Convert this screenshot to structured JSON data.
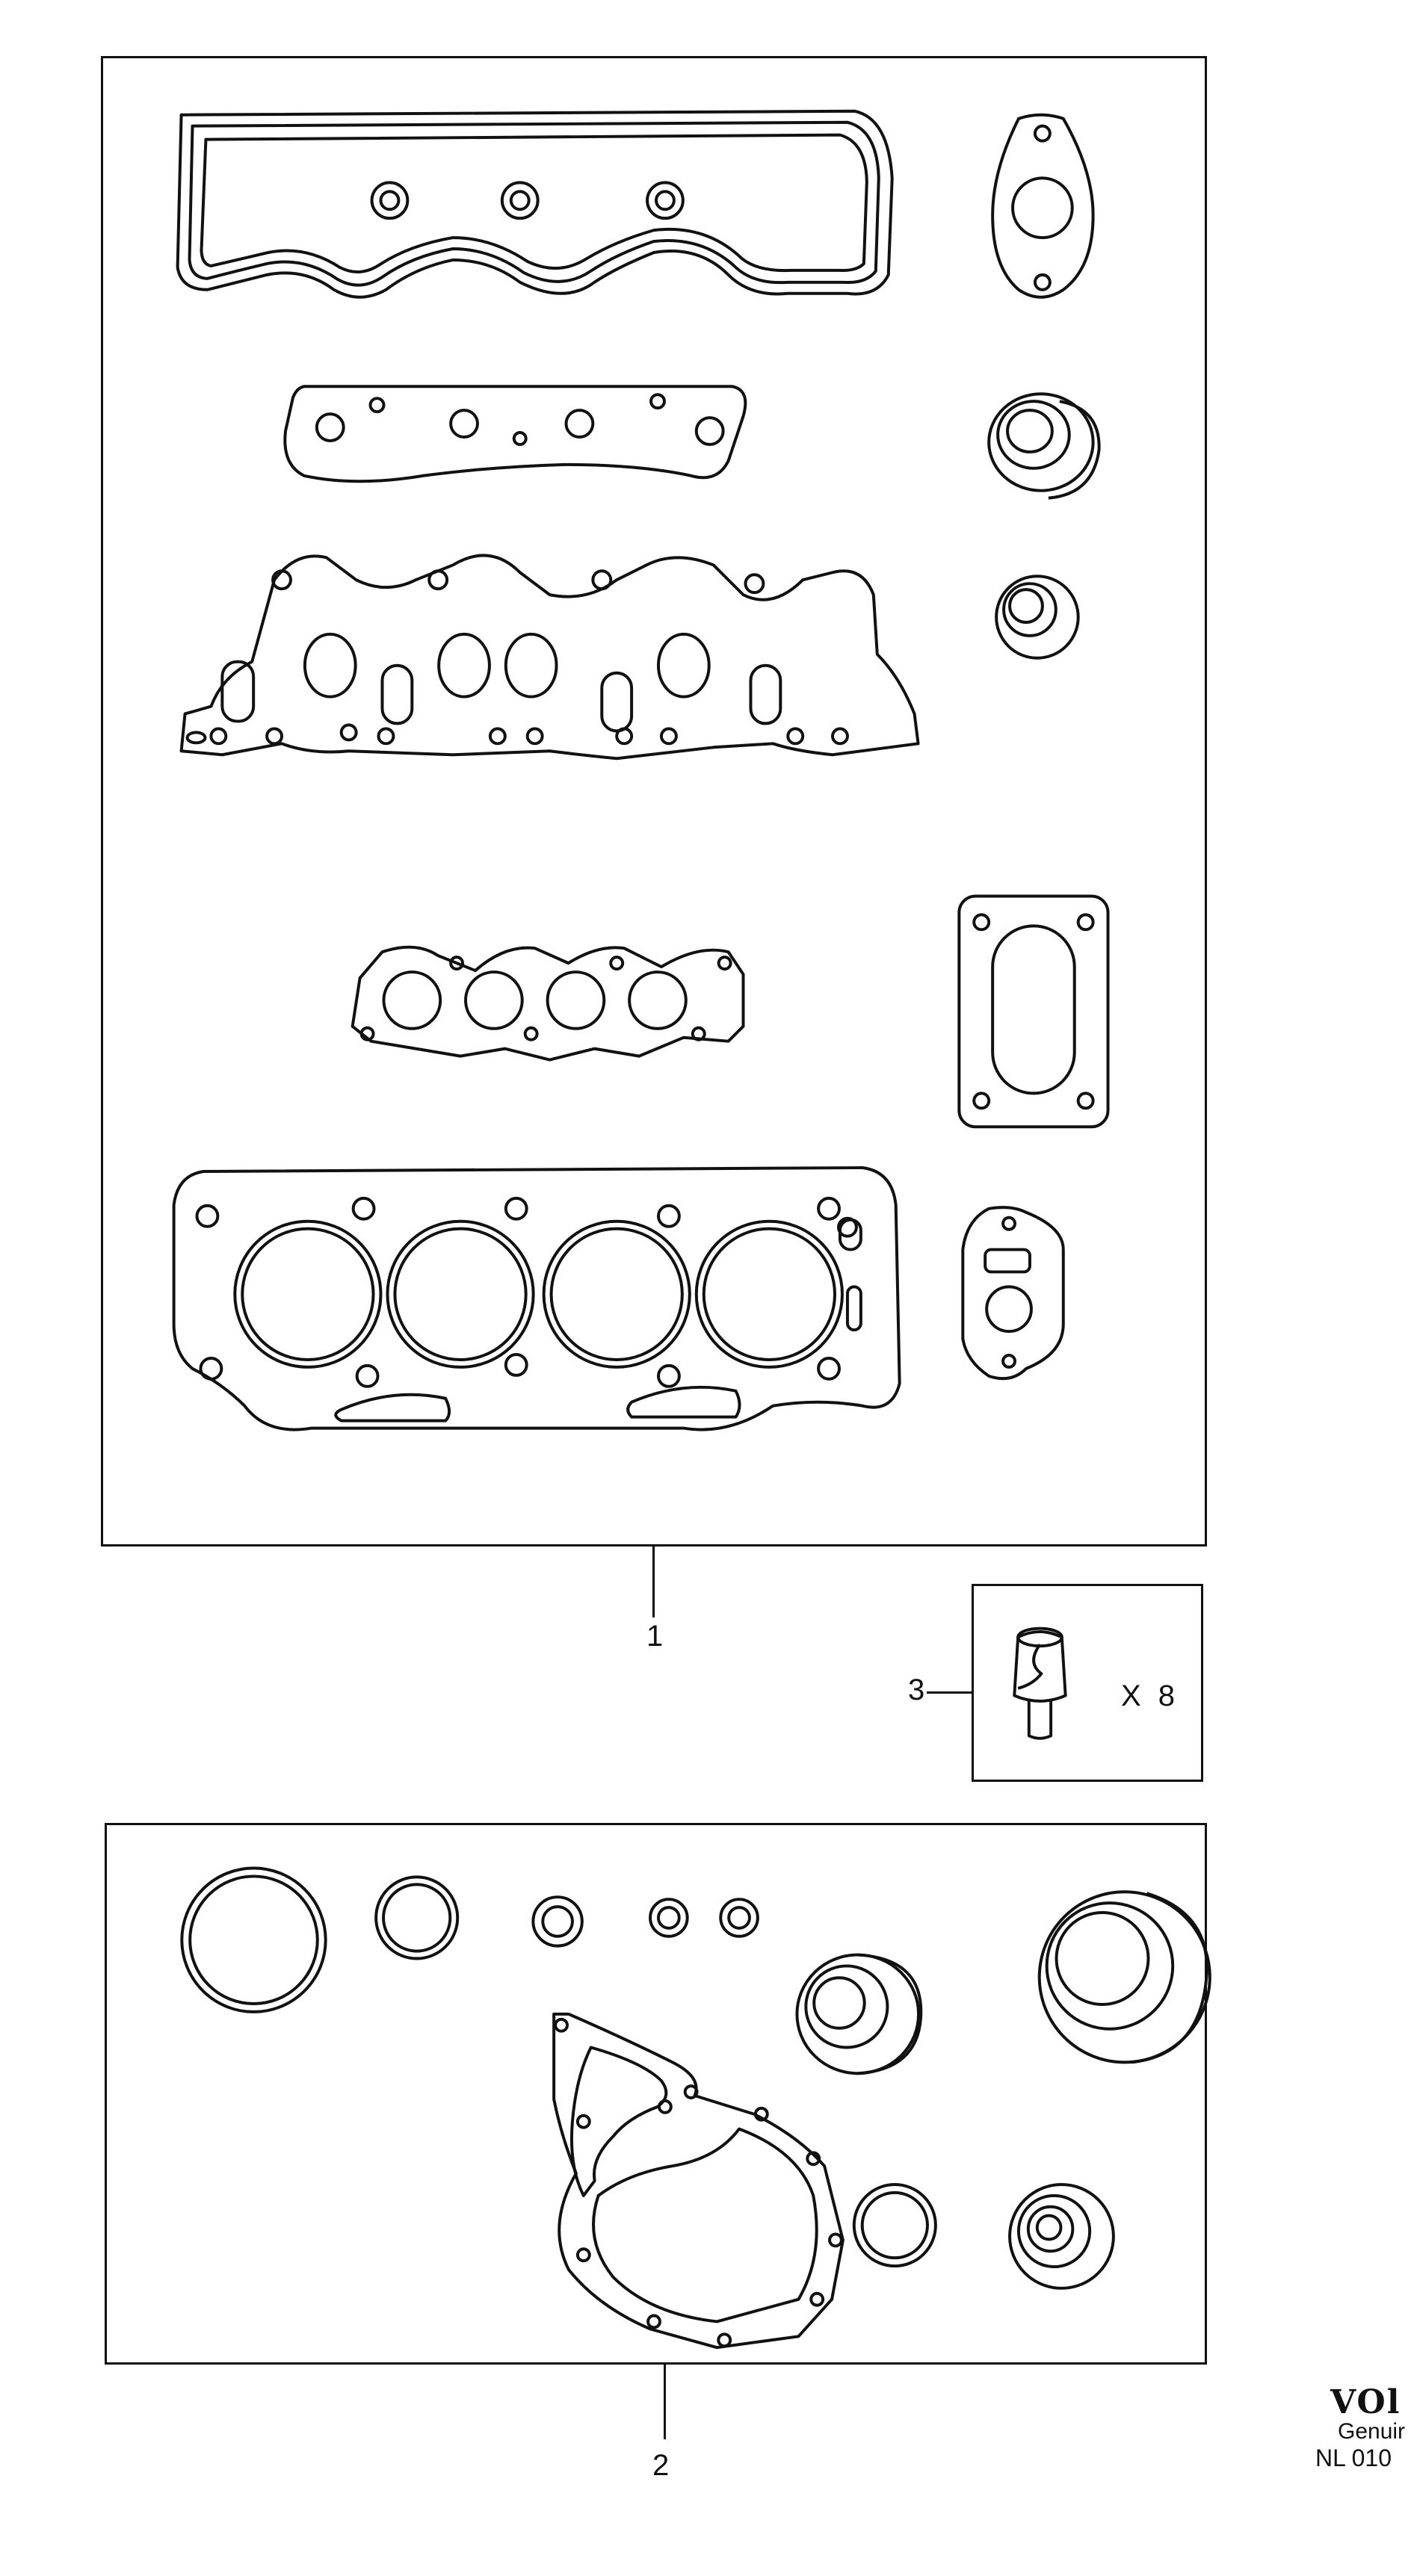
{
  "callouts": {
    "item1": "1",
    "item2": "2",
    "item3": "3",
    "item3_qty": "X 8"
  },
  "footer": {
    "brand": "VOl",
    "tagline": "Genuir",
    "reference": "NL 010"
  },
  "colors": {
    "line": "#111111",
    "background": "#ffffff"
  }
}
